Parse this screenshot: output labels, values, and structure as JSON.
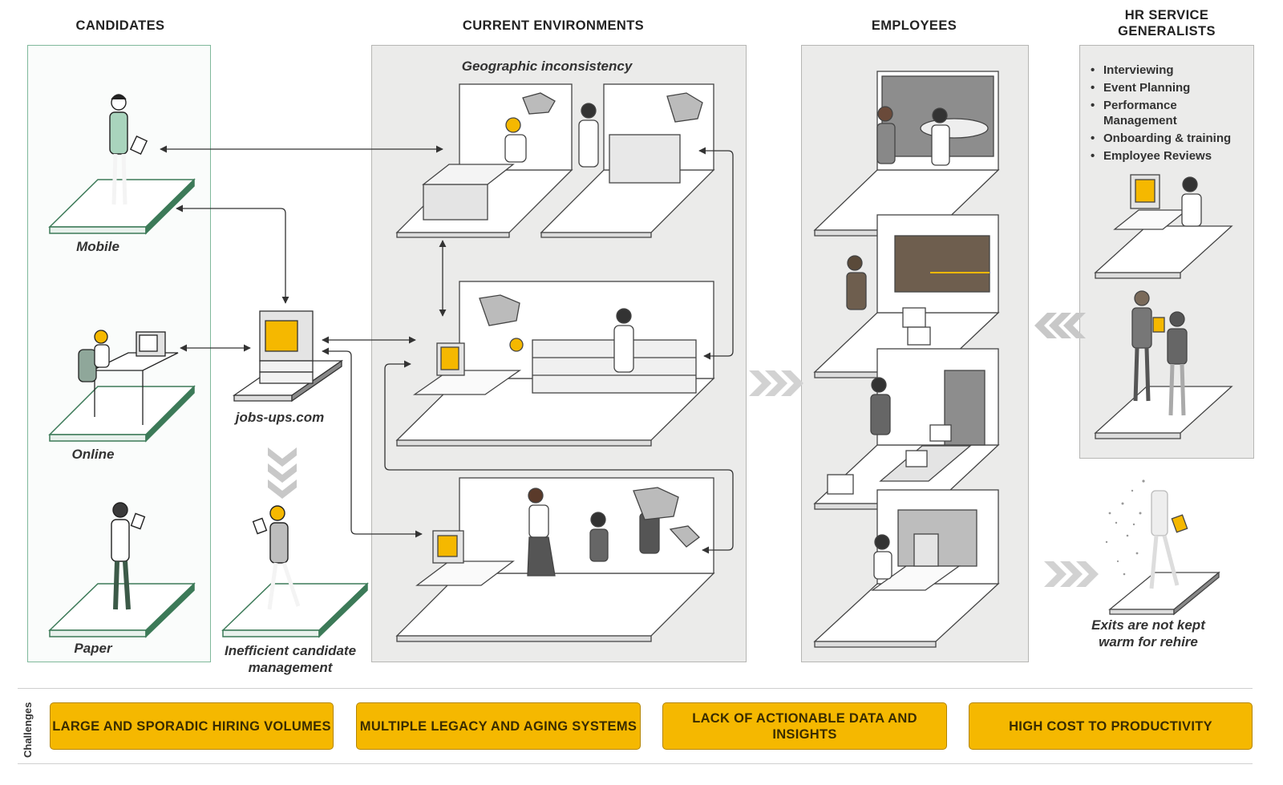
{
  "headers": {
    "candidates": "CANDIDATES",
    "current_environments": "CURRENT ENVIRONMENTS",
    "employees": "EMPLOYEES",
    "hr_service_generalists": "HR SERVICE GENERALISTS"
  },
  "candidates": {
    "mobile": "Mobile",
    "online": "Online",
    "paper": "Paper"
  },
  "site": {
    "label": "jobs-ups.com",
    "issue": "Inefficient candidate management"
  },
  "environments": {
    "note": "Geographic inconsistency"
  },
  "hr_tasks": [
    "Interviewing",
    "Event Planning",
    "Performance Management",
    "Onboarding & training",
    "Employee Reviews"
  ],
  "exit_note": "Exits are not kept warm for rehire",
  "challenges_label": "Challenges",
  "challenges": [
    "LARGE AND SPORADIC HIRING VOLUMES",
    "MULTIPLE LEGACY AND AGING SYSTEMS",
    "LACK OF ACTIONABLE DATA AND INSIGHTS",
    "HIGH COST TO PRODUCTIVITY"
  ],
  "colors": {
    "accent": "#f5b800",
    "candidate_green": "#3c7a58",
    "panel_gray": "#ebebea",
    "ink": "#333333"
  }
}
